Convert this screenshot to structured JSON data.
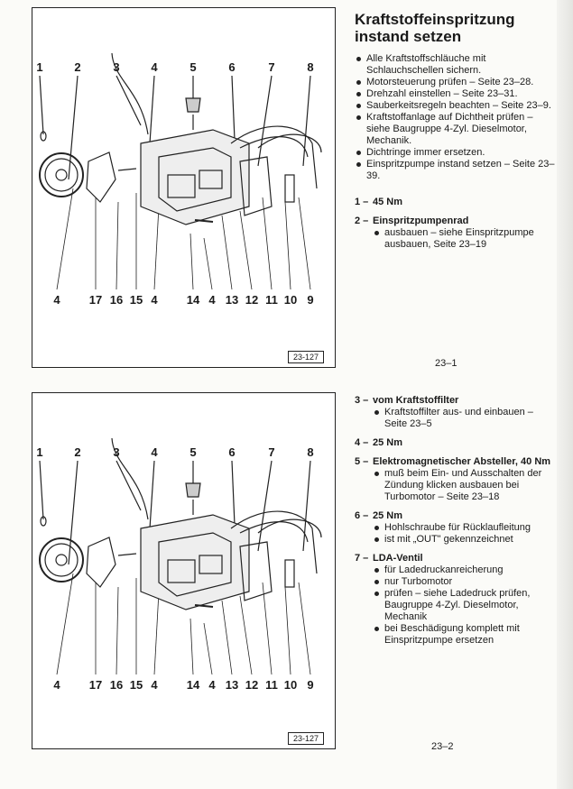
{
  "title": [
    "Kraftstoffeinspritzung",
    "instand setzen"
  ],
  "general_notes": [
    "Alle Kraftstoffschläuche mit Schlauchschellen sichern.",
    "Motorsteuerung prüfen – Seite 23–28.",
    "Drehzahl einstellen – Seite 23–31.",
    "Sauberkeitsregeln beachten – Seite 23–9.",
    "Kraftstoffanlage auf Dichtheit prüfen – siehe Baugruppe 4-Zyl. Dieselmotor, Mechanik.",
    "Dichtringe immer ersetzen.",
    "Einspritzpumpe instand setzen – Seite 23–39."
  ],
  "items_page1": [
    {
      "num": "1 –",
      "head": "45 Nm",
      "notes": []
    },
    {
      "num": "2 –",
      "head": "Einspritzpumpenrad",
      "notes": [
        "ausbauen – siehe Einspritzpumpe ausbauen, Seite 23–19"
      ]
    }
  ],
  "items_page2": [
    {
      "num": "3 –",
      "head": "vom Kraftstoffilter",
      "notes": [
        "Kraftstoffilter aus- und einbauen – Seite 23–5"
      ]
    },
    {
      "num": "4 –",
      "head": "25 Nm",
      "notes": []
    },
    {
      "num": "5 –",
      "head": "Elektromagnetischer Absteller, 40 Nm",
      "notes": [
        "muß beim Ein- und Ausschalten der Zündung klicken ausbauen bei Turbomotor – Seite 23–18"
      ]
    },
    {
      "num": "6 –",
      "head": "25 Nm",
      "notes": [
        "Hohlschraube für Rücklaufleitung",
        "ist mit „OUT\" gekennzeichnet"
      ]
    },
    {
      "num": "7 –",
      "head": "LDA-Ventil",
      "notes": [
        "für Ladedruckanreicherung",
        "nur Turbomotor",
        "prüfen – siehe Ladedruck prüfen, Baugruppe 4-Zyl. Dieselmotor, Mechanik",
        "bei Beschädigung komplett mit Einspritzpumpe ersetzen"
      ]
    }
  ],
  "figure": {
    "number": "23-127",
    "top_labels": [
      "1",
      "2",
      "3",
      "4",
      "5",
      "6",
      "7",
      "8"
    ],
    "bottom_labels": [
      "4",
      "17",
      "16",
      "15",
      "4",
      "14",
      "4",
      "13",
      "12",
      "11",
      "10",
      "9"
    ]
  },
  "page_numbers": [
    "23–1",
    "23–2"
  ]
}
